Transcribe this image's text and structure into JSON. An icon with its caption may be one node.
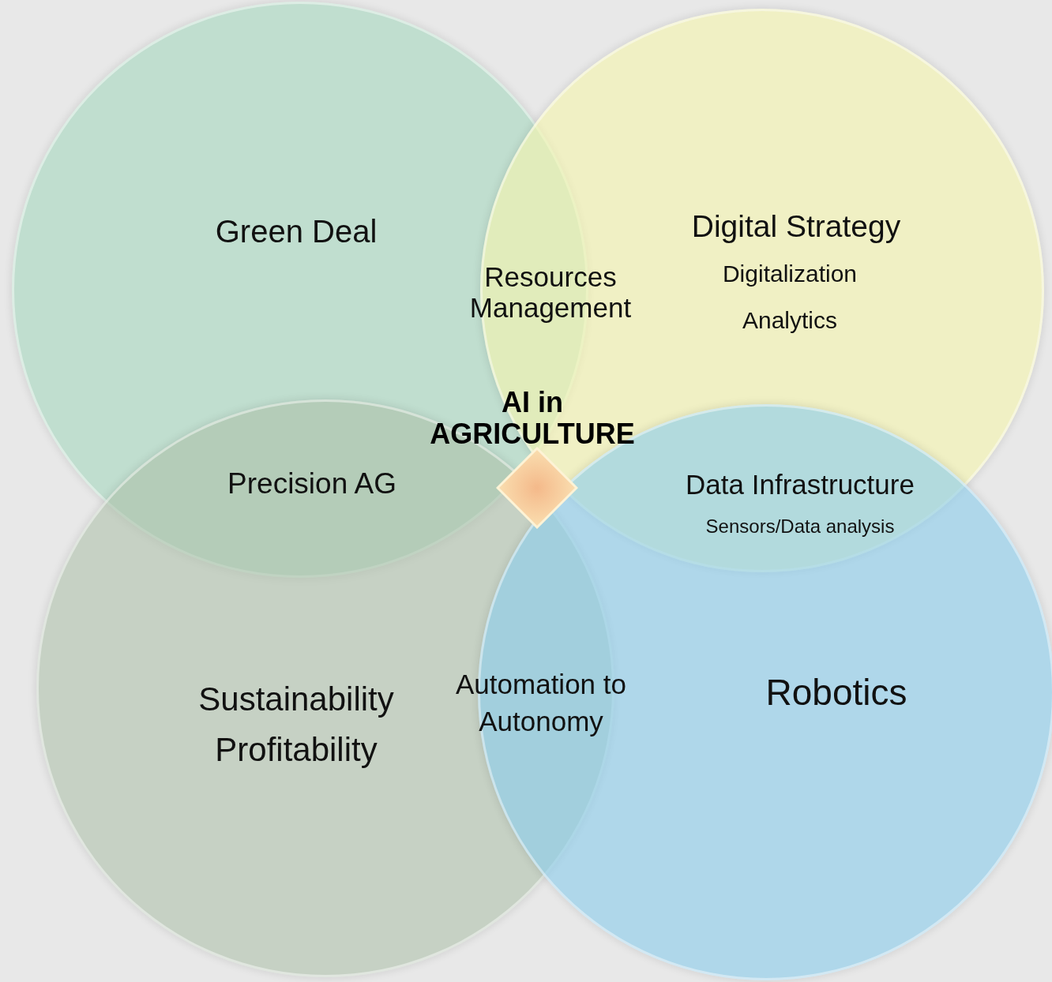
{
  "diagram": {
    "nodes": [
      {
        "text": [
          "Green Deal"
        ]
      },
      {
        "text": [
          "Digital Strategy",
          "Digitalization",
          "Analytics"
        ]
      },
      {
        "text": [
          "Sustainability",
          "Profitability"
        ]
      },
      {
        "text": [
          "Robotics"
        ]
      },
      {
        "text": [],
        "shape": "diamond"
      }
    ],
    "labels": [
      "AI in AGRICULTURE",
      "Resources Management",
      "Precision AG",
      "Data Infrastructure",
      "Sensors/Data analysis",
      "Automation to Autonomy"
    ]
  }
}
